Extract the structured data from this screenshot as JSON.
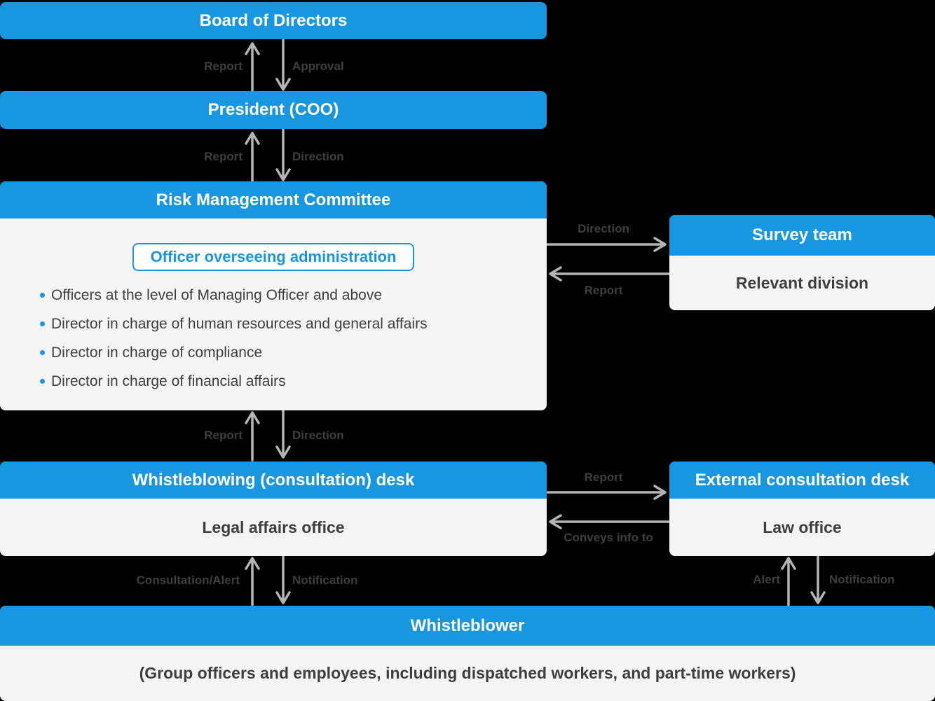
{
  "colors": {
    "accent_blue": "#1897E0",
    "panel_gray": "#F4F4F4",
    "text_dark": "#3C3E41",
    "arrow_gray": "#B5B5B5",
    "background": "#000000"
  },
  "nodes": {
    "board": {
      "title": "Board of Directors"
    },
    "president": {
      "title": "President (COO)"
    },
    "risk_committee": {
      "title": "Risk Management Committee",
      "officer_badge": "Officer overseeing administration",
      "members": [
        "Officers at the level of Managing Officer and above",
        "Director in charge of human resources and general affairs",
        "Director in charge of compliance",
        "Director in charge of financial affairs"
      ]
    },
    "survey_team": {
      "title": "Survey team",
      "subtitle": "Relevant division"
    },
    "whistleblowing_desk": {
      "title": "Whistleblowing (consultation) desk",
      "subtitle": "Legal affairs office"
    },
    "external_desk": {
      "title": "External consultation desk",
      "subtitle": "Law office"
    },
    "whistleblower": {
      "title": "Whistleblower",
      "subtitle": "(Group officers and employees, including dispatched workers, and part-time workers)"
    }
  },
  "arrow_labels": {
    "board_report": "Report",
    "board_approval": "Approval",
    "president_report": "Report",
    "president_direction": "Direction",
    "survey_direction": "Direction",
    "survey_report": "Report",
    "committee_report": "Report",
    "committee_direction": "Direction",
    "external_report": "Report",
    "external_conveys": "Conveys info to",
    "desk_consultation": "Consultation/Alert",
    "desk_notification": "Notification",
    "law_alert": "Alert",
    "law_notification": "Notification"
  }
}
